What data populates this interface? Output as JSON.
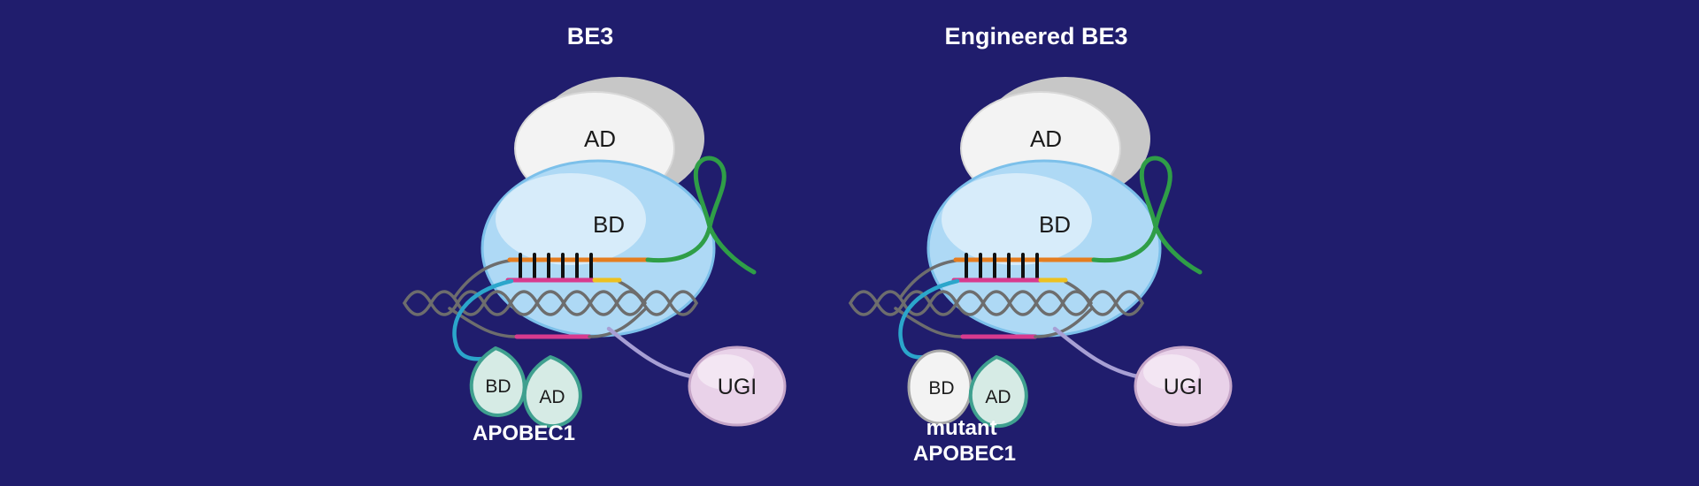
{
  "colors": {
    "background": "#201d6d",
    "cas9_fill": "#aed9f5",
    "cas9_stroke": "#7cc0ea",
    "ad_fill": "#f3f3f3",
    "ad_stroke": "#d8d8d8",
    "ad_shadow": "#c7c7c7",
    "sgrna_green": "#2f9e47",
    "dna_gray": "#6d6d6d",
    "pairing_black": "#101010",
    "target_orange": "#e57d1f",
    "edit_magenta": "#d83a8e",
    "pam_yellow": "#edc11f",
    "linker_cyan": "#2ba6cb",
    "linker_lavender": "#a79fd4",
    "apobec_fill": "#d6ebe5",
    "apobec_stroke": "#3fa08f",
    "mutant_fill": "#f3f3f3",
    "mutant_stroke": "#a8a8a8",
    "ugi_fill": "#e9d2e9",
    "ugi_stroke": "#c6a6c8",
    "text_dark": "#1b1b1b",
    "text_light": "#ffffff"
  },
  "panels": [
    {
      "title": "BE3",
      "cas9": {
        "ad_label": "AD",
        "bd_label": "BD"
      },
      "deaminase": {
        "bd_label": "BD",
        "ad_label": "AD",
        "name_lines": [
          "APOBEC1"
        ]
      },
      "ugi_label": "UGI"
    },
    {
      "title": "Engineered BE3",
      "cas9": {
        "ad_label": "AD",
        "bd_label": "BD"
      },
      "deaminase": {
        "bd_label": "BD",
        "ad_label": "AD",
        "name_lines": [
          "mutant",
          "APOBEC1"
        ]
      },
      "ugi_label": "UGI"
    }
  ]
}
